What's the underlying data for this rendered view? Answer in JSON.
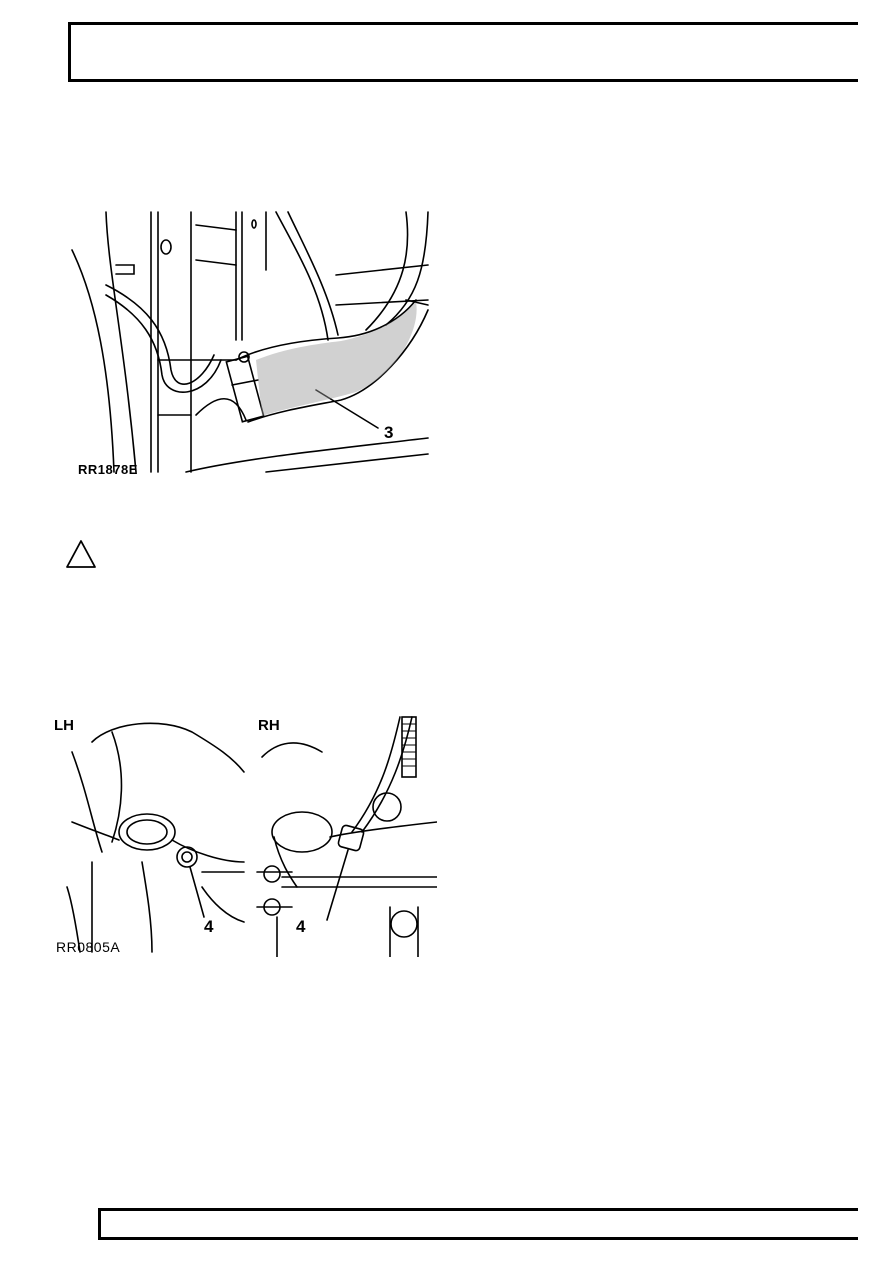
{
  "figure1": {
    "ref": "RR1878E",
    "callout": "3"
  },
  "warning": {
    "icon": "caution-triangle-icon"
  },
  "figure2": {
    "ref": "RR0805A",
    "left_label": "LH",
    "right_label": "RH",
    "callout_left": "4",
    "callout_right": "4"
  }
}
